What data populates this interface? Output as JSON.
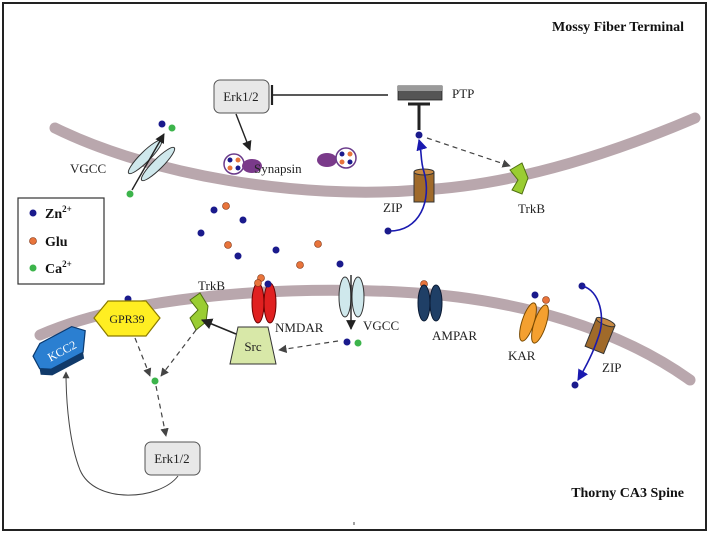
{
  "titles": {
    "presynaptic": "Mossy Fiber Terminal",
    "postsynaptic": "Thorny CA3 Spine"
  },
  "labels": {
    "erk_top": "Erk1/2",
    "ptp": "PTP",
    "vgcc_top": "VGCC",
    "synapsin": "Synapsin",
    "zip_top": "ZIP",
    "trkb_top": "TrkB",
    "trkb_bottom": "TrkB",
    "gpr39": "GPR39",
    "kcc2": "KCC2",
    "nmdar": "NMDAR",
    "src": "Src",
    "vgcc_bottom": "VGCC",
    "ampar": "AMPAR",
    "kar": "KAR",
    "zip_bottom": "ZIP",
    "erk_bottom": "Erk1/2"
  },
  "legend": {
    "zn": {
      "base": "Zn",
      "sup": "2+"
    },
    "glu": {
      "base": "Glu"
    },
    "ca": {
      "base": "Ca",
      "sup": "2+"
    }
  },
  "colors": {
    "zinc": "#1a1a8c",
    "glutamate": "#e8743b",
    "calcium": "#3cb44b",
    "membrane": "#b9a7ad",
    "nmdar": "#e02020",
    "ampar": "#1f3f66",
    "kar": "#f4a030",
    "gpr39": "#ffee22",
    "kcc2": "#2b7fd1",
    "trkb": "#9acd32",
    "zip": "#a06a2a",
    "vgcc": "#cfe8ec"
  }
}
